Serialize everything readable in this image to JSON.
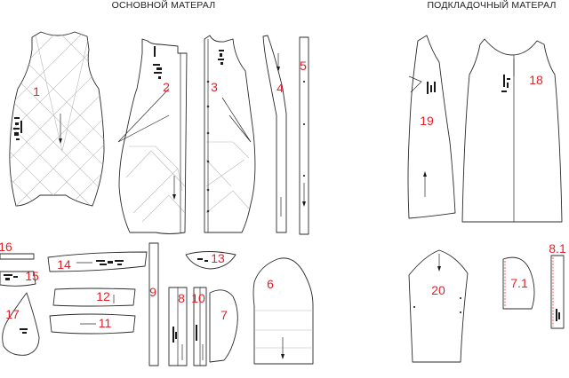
{
  "titles": {
    "main": "ОСНОВНОЙ МАТЕРАЛ",
    "lining": "ПОДКЛАДОЧНЫЙ МАТЕРАЛ"
  },
  "pieces": {
    "p1": "1",
    "p2": "2",
    "p3": "3",
    "p4": "4",
    "p5": "5",
    "p6": "6",
    "p7": "7",
    "p8": "8",
    "p9": "9",
    "p10": "10",
    "p11": "11",
    "p12": "12",
    "p13": "13",
    "p14": "14",
    "p15": "15",
    "p16": "16",
    "p17": "17",
    "p18": "18",
    "p19": "19",
    "p20": "20",
    "p71": "7.1",
    "p81": "8.1"
  },
  "colors": {
    "label_red": "#e4202a",
    "outline": "#2b2b2b",
    "grid_lines": "#b8b8b8"
  }
}
